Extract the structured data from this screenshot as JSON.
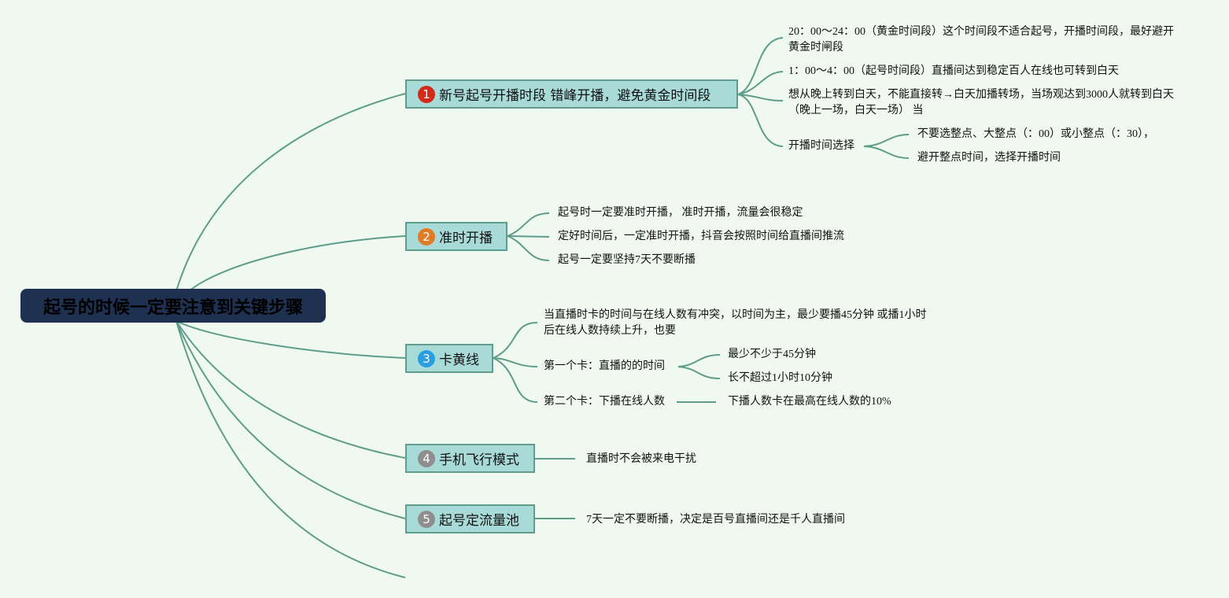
{
  "colors": {
    "background": "#f0f9ef",
    "root_fill": "#1f3151",
    "topic_fill": "#a8dad7",
    "line": "#5e9c8c",
    "badge_1": "#d42a1a",
    "badge_2": "#e27a26",
    "badge_3": "#2a9ee0",
    "badge_4": "#8e8e8e",
    "badge_5": "#8e8e8e"
  },
  "root": {
    "label": "起号的时候一定要注意到关键步骤"
  },
  "topics": [
    {
      "badge": "1",
      "label": "新号起号开播时段 错峰开播，避免黄金时间段",
      "children": [
        {
          "text": "20：00～24：00（黄金时间段）这个时间段不适合起号，开播时间段，最好避开黄金时闸段"
        },
        {
          "text": "1：00～4：00（起号时间段）直播间达到稳定百人在线也可转到白天"
        },
        {
          "text": "想从晚上转到白天，不能直接转→白天加播转场，当场观达到3000人就转到白天（晚上一场，白天一场） 当"
        },
        {
          "text": "开播时间选择",
          "children": [
            "不要选整点、大整点（：00）或小整点（：30），",
            "避开整点时间，选择开播时间"
          ]
        }
      ]
    },
    {
      "badge": "2",
      "label": "准时开播",
      "children": [
        {
          "text": "起号时一定要准时开播， 准时开播，流量会很稳定"
        },
        {
          "text": "定好时间后，一定准时开播，抖音会按照时间给直播间推流"
        },
        {
          "text": "起号一定要坚持7天不要断播"
        }
      ]
    },
    {
      "badge": "3",
      "label": "卡黄线",
      "children": [
        {
          "text": "当直播时卡的时间与在线人数有冲突，以时间为主，最少要播45分钟 或播1小时后在线人数持续上升，也要"
        },
        {
          "text": "第一个卡：直播的的时间",
          "children": [
            "最少不少于45分钟",
            "长不超过1小时10分钟"
          ]
        },
        {
          "text": "第二个卡：下播在线人数",
          "children": [
            "下播人数卡在最高在线人数的10%"
          ]
        }
      ]
    },
    {
      "badge": "4",
      "label": "手机飞行模式",
      "children": [
        {
          "text": "直播时不会被来电干扰"
        }
      ]
    },
    {
      "badge": "5",
      "label": "起号定流量池",
      "children": [
        {
          "text": "7天一定不要断播，决定是百号直播间还是千人直播间"
        }
      ]
    }
  ]
}
